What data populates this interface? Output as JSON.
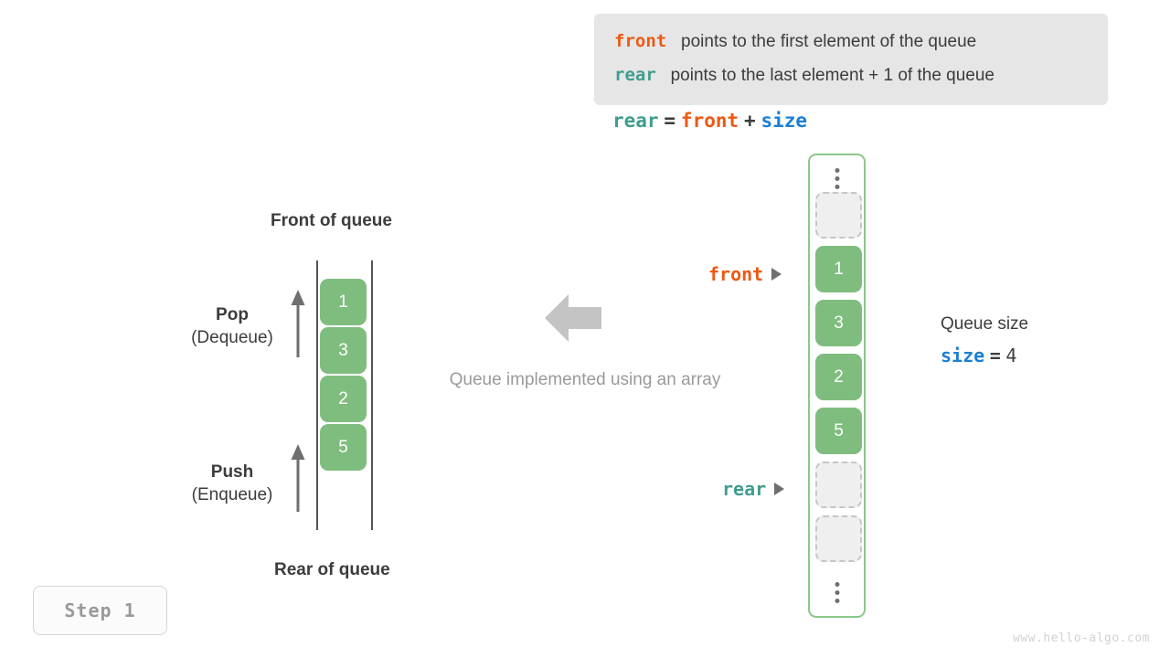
{
  "legend": {
    "lines": [
      {
        "keyword": "front",
        "keyword_color": "#ec5a13",
        "text": "points to the first element of the queue"
      },
      {
        "keyword": "rear",
        "keyword_color": "#3f9d8f",
        "text": "points to the last element + 1 of the queue"
      }
    ],
    "background": "#e6e6e6"
  },
  "formula": {
    "lhs": "rear",
    "equals": "=",
    "rhs_1": "front",
    "plus": "+",
    "rhs_2": "size"
  },
  "left_queue": {
    "front_label": "Front of queue",
    "rear_label": "Rear of queue",
    "cells": [
      "1",
      "3",
      "2",
      "5"
    ],
    "pop": {
      "title": "Pop",
      "subtitle": "(Dequeue)"
    },
    "push": {
      "title": "Push",
      "subtitle": "(Enqueue)"
    },
    "cell_color": "#7fbd7f"
  },
  "center": {
    "caption": "Queue implemented using an array",
    "arrow_direction": "left",
    "arrow_color": "#c4c4c4"
  },
  "array": {
    "slots": [
      {
        "type": "dots"
      },
      {
        "type": "empty",
        "value": ""
      },
      {
        "type": "filled",
        "value": "1"
      },
      {
        "type": "filled",
        "value": "3"
      },
      {
        "type": "filled",
        "value": "2"
      },
      {
        "type": "filled",
        "value": "5"
      },
      {
        "type": "empty",
        "value": ""
      },
      {
        "type": "empty",
        "value": ""
      },
      {
        "type": "dots"
      }
    ],
    "border_color": "#8cc68c",
    "pointers": {
      "front": {
        "label": "front",
        "color": "#ec5a13"
      },
      "rear": {
        "label": "rear",
        "color": "#3f9d8f"
      }
    }
  },
  "queue_size": {
    "title": "Queue size",
    "var": "size",
    "equals": "=",
    "value": "4",
    "var_color": "#1b7fd4"
  },
  "step_badge": {
    "label": "Step 1"
  },
  "watermark": {
    "text": "www.hello-algo.com"
  }
}
